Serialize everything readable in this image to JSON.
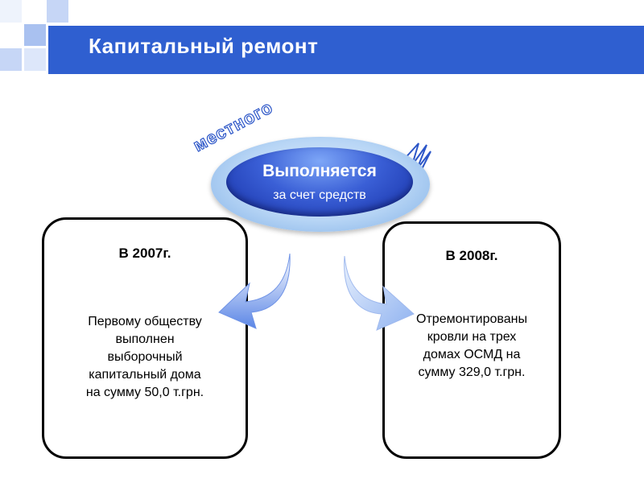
{
  "header": {
    "title": "Капитальный ремонт"
  },
  "oval": {
    "title": "Выполняется",
    "subtitle": "за счет средств",
    "arc_word": "местного"
  },
  "left_box": {
    "year": "В 2007г.",
    "lines": [
      "Первому обществу",
      "выполнен",
      "выборочный",
      "капитальный дома",
      "на сумму 50,0 т.грн."
    ]
  },
  "right_box": {
    "year": "В 2008г.",
    "lines": [
      "Отремонтированы",
      "кровли на трех",
      "домах ОСМД на",
      "сумму 329,0 т.грн."
    ]
  },
  "colors": {
    "banner": "#2f5fd0",
    "accent": "#1630a6",
    "light": "#b7d5f5"
  }
}
